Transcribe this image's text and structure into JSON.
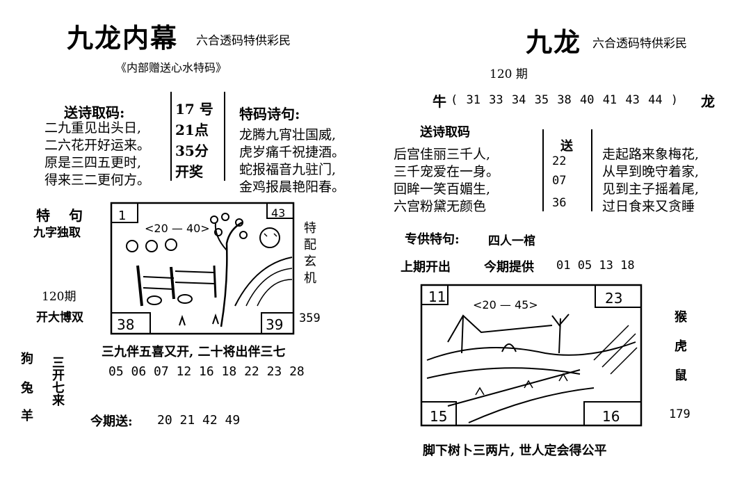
{
  "left": {
    "title": "九龙内幕",
    "subtitle": "六合透码特供彩民",
    "tagline": "《内部赠送心水特码》",
    "poem_heading": "送诗取码:",
    "poem_lines": [
      "二九重见出头日,",
      "二六花开好运来。",
      "原是三四五更时,",
      "得来三二更何方。"
    ],
    "draw_time": [
      "17 号",
      "21点",
      "35分",
      "开奖"
    ],
    "tema_heading": "特码诗句:",
    "tema_lines": [
      "龙腾九宵壮国威,",
      "虎岁痛千祝捷酒。",
      "蛇报福音九驻门,",
      "金鸡报晨艳阳春。"
    ],
    "special_label": "特 句",
    "special_value": "九字独取",
    "issue": "120期",
    "kai_label": "开大博双",
    "side_vertical": "特配玄机",
    "side_number": "359",
    "sketch_labels": {
      "tl": "1",
      "tr": "43",
      "range": "<20 — 40>",
      "bl": "38",
      "br": "39"
    },
    "phrase": "三九伴五喜又开, 二十将出伴三七",
    "numbers": "05 06 07 12 16 18 22 23 28",
    "animals": [
      "狗",
      "兔",
      "羊"
    ],
    "san_kai": "三开七来",
    "today_label": "今期送:",
    "today_numbers": "20 21 42 49"
  },
  "right": {
    "title": "九龙",
    "subtitle": "六合透码特供彩民",
    "issue": "120 期",
    "niu_label": "牛",
    "niu_numbers": "( 31 33 34 35 38 40 41 43 44 )",
    "long_label": "龙",
    "poem_heading": "送诗取码",
    "poem_lines": [
      "后宫佳丽三千人,",
      "三千宠爱在一身。",
      "回眸一笑百媚生,",
      "六宫粉黛无颜色"
    ],
    "song_label": "送",
    "song_numbers": [
      "22",
      "07",
      "36"
    ],
    "right_lines": [
      "走起路来象梅花,",
      "从早到晚守着家,",
      "见到主子摇着尾,",
      "过日食来又贪睡"
    ],
    "special_label": "专供特句:",
    "special_value": "四人一棺",
    "last_label": "上期开出",
    "provide_label": "今期提供",
    "provide_numbers": "01 05 13 18",
    "sketch_labels": {
      "tl": "11",
      "tr": "23",
      "range": "<20 — 45>",
      "bl": "15",
      "br": "16"
    },
    "animals": [
      "猴",
      "虎",
      "鼠"
    ],
    "side_number": "179",
    "bottom_phrase": "脚下树卜三两片, 世人定会得公平"
  }
}
